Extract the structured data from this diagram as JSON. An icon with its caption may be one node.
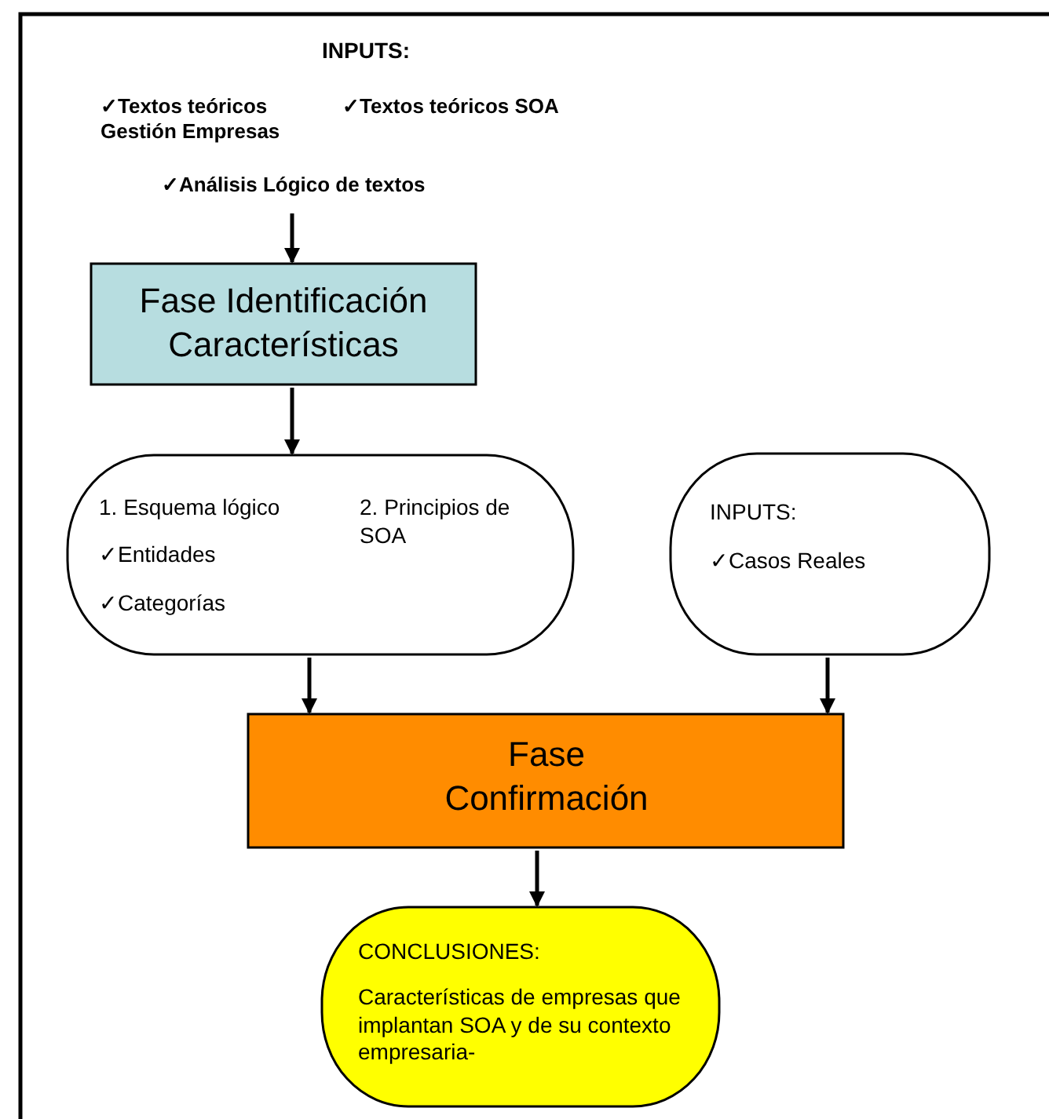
{
  "diagram": {
    "nodes": [
      {
        "text": [
          "INPUTS:",
          "✓Textos teóricos Gestión Empresas",
          "✓Textos teóricos SOA",
          "✓Análisis Lógico de textos"
        ]
      },
      {
        "text": [
          "Fase Identificación Características"
        ]
      },
      {
        "text": [
          "1. Esquema lógico",
          "✓Entidades",
          "✓Categorías",
          "2. Principios de SOA"
        ]
      },
      {
        "text": [
          "INPUTS:",
          "✓Casos Reales"
        ]
      },
      {
        "text": [
          "Fase Confirmación"
        ]
      },
      {
        "text": [
          "CONCLUSIONES:",
          "Características de empresas que implantan SOA y de su contexto empresaria-"
        ]
      }
    ],
    "edges": [
      {
        "from": 0,
        "to": 1,
        "arrow": "to"
      },
      {
        "from": 1,
        "to": 2,
        "arrow": "to"
      },
      {
        "from": 2,
        "to": 4,
        "arrow": "to"
      },
      {
        "from": 3,
        "to": 4,
        "arrow": "to"
      },
      {
        "from": 4,
        "to": 5,
        "arrow": "to"
      }
    ]
  }
}
